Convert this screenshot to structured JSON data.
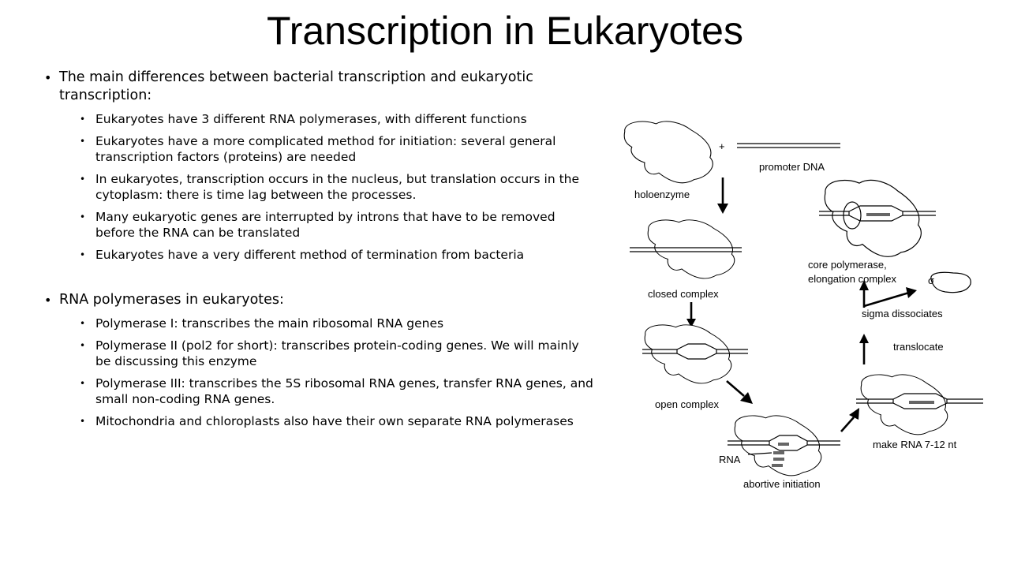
{
  "slide": {
    "title": "Transcription in Eukaryotes"
  },
  "content": {
    "section1": {
      "heading": "The main differences between bacterial transcription and eukaryotic transcription:",
      "points": [
        "Eukaryotes have 3 different RNA polymerases, with different functions",
        "Eukaryotes have a more complicated method for initiation: several general transcription factors (proteins) are needed",
        "In eukaryotes, transcription occurs in the nucleus, but translation occurs in the cytoplasm: there is time lag between the processes.",
        "Many eukaryotic genes are interrupted by introns that have to be removed before  the RNA can be translated",
        "Eukaryotes have a very different method of termination from bacteria"
      ]
    },
    "section2": {
      "heading": "RNA polymerases in eukaryotes:",
      "points": [
        "Polymerase I: transcribes the main ribosomal RNA genes",
        "Polymerase II (pol2 for short): transcribes protein-coding genes.  We will mainly be discussing this enzyme",
        "Polymerase III: transcribes the 5S ribosomal RNA genes, transfer RNA genes, and small non-coding RNA genes.",
        "Mitochondria and chloroplasts also have their own separate RNA polymerases"
      ]
    }
  },
  "diagram": {
    "plus_sign": "+",
    "labels": {
      "promoter_dna": "promoter DNA",
      "holoenzyme": "holoenzyme",
      "closed_complex": "closed complex",
      "open_complex": "open complex",
      "rna": "RNA",
      "abortive_initiation": "abortive initiation",
      "make_rna": "make RNA 7-12 nt",
      "translocate": "translocate",
      "sigma_dissociates": "sigma dissociates",
      "sigma_symbol": "σ",
      "core_polymerase_line1": "core polymerase,",
      "core_polymerase_line2": "elongation complex"
    }
  }
}
